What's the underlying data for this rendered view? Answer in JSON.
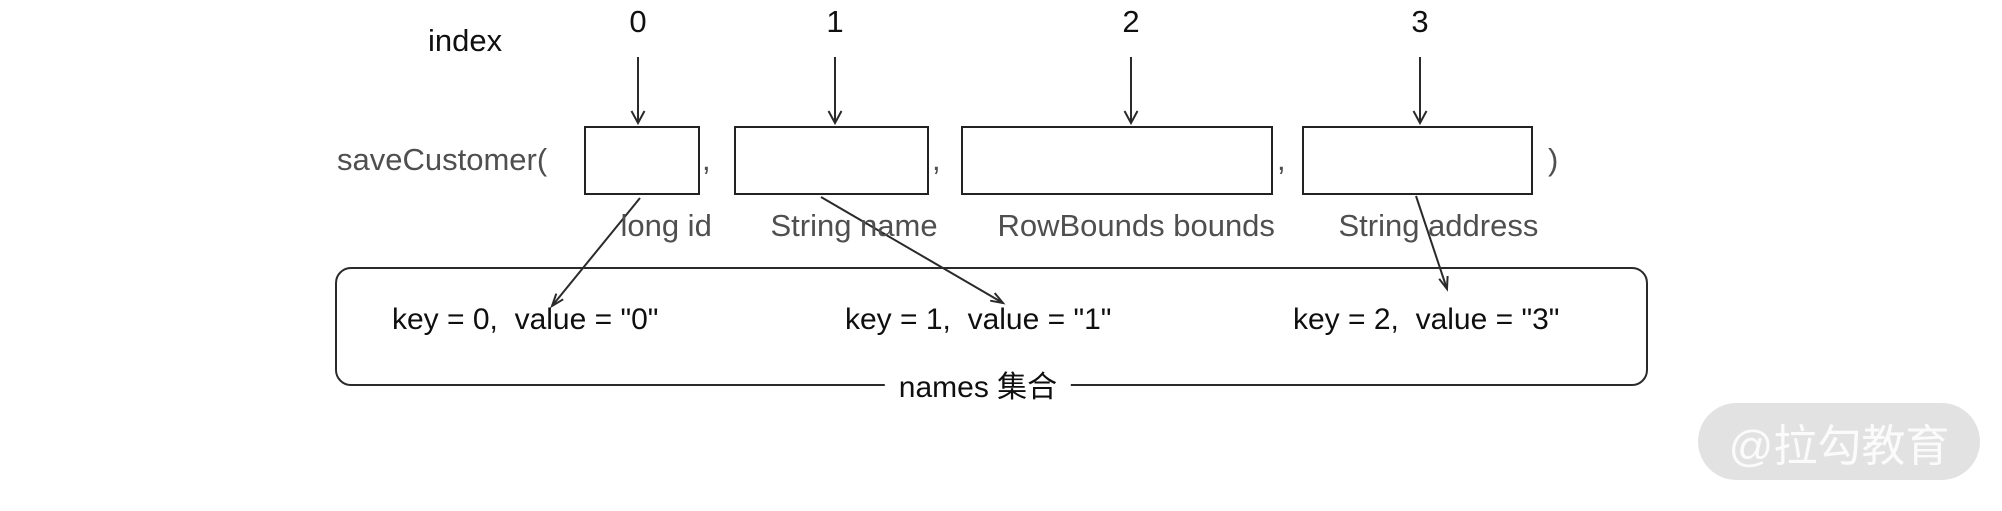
{
  "diagram": {
    "index_header": {
      "label": "index",
      "indices": [
        "0",
        "1",
        "2",
        "3"
      ]
    },
    "signature": {
      "method_prefix": "saveCustomer(",
      "params": [
        "long id",
        "String name",
        "RowBounds bounds",
        "String address"
      ],
      "separator": ",",
      "close_paren": ")"
    },
    "map_box": {
      "entries": [
        "key = 0,  value = \"0\"",
        "key = 1,  value = \"1\"",
        "key = 2,  value = \"3\""
      ],
      "label": "names 集合"
    },
    "watermark": "@拉勾教育"
  }
}
